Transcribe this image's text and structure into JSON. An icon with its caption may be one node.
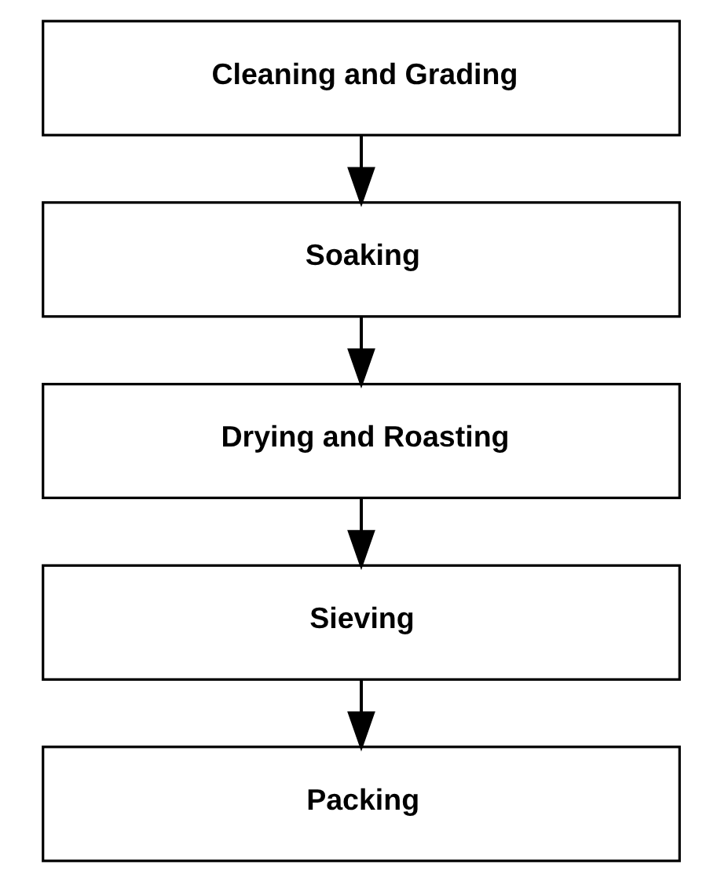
{
  "diagram": {
    "nodes": [
      {
        "text": [
          "Cleaning and Grading"
        ]
      },
      {
        "text": [
          "Soaking"
        ]
      },
      {
        "text": [
          "Drying and Roasting"
        ]
      },
      {
        "text": [
          "Sieving"
        ]
      },
      {
        "text": [
          "Packing"
        ]
      }
    ],
    "edges": [
      {
        "from": 0,
        "to": 1,
        "arrow": "to"
      },
      {
        "from": 1,
        "to": 2,
        "arrow": "to"
      },
      {
        "from": 2,
        "to": 3,
        "arrow": "to"
      },
      {
        "from": 3,
        "to": 4,
        "arrow": "to"
      }
    ]
  }
}
